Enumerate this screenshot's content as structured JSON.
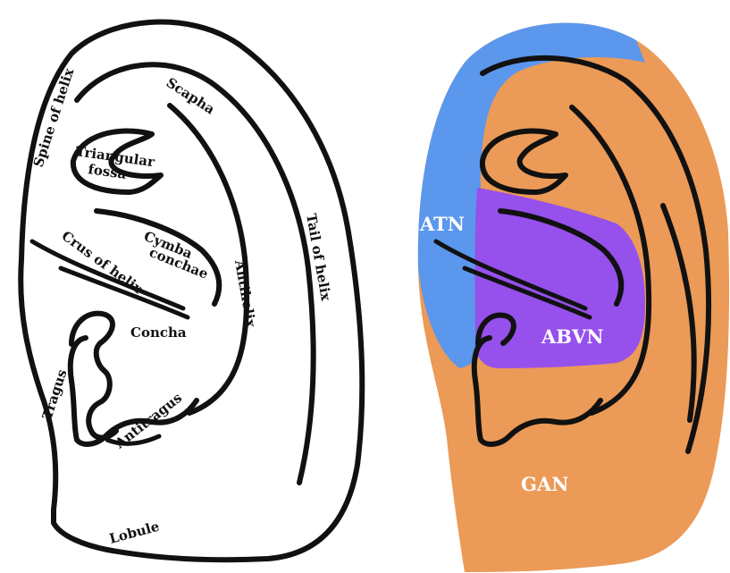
{
  "labels": {
    "spine_of_helix": "Spine of helix",
    "scapha": "Scapha",
    "triangular_fossa_line1": "Triangular",
    "triangular_fossa_line2": "fossa",
    "tail_of_helix": "Tail of helix",
    "cymba_conchae_line1": "Cymba",
    "cymba_conchae_line2": "conchae",
    "crus_of_helix": "Crus of helix",
    "antihelix": "Antihelix",
    "concha": "Concha",
    "tragus": "Tragus",
    "antitragus": "Antitragus",
    "lobule": "Lobule"
  },
  "zones": {
    "atn": "ATN",
    "abvn": "ABVN",
    "gan": "GAN"
  },
  "colors": {
    "atn": "#5b97ec",
    "abvn": "#9650ec",
    "gan": "#ec9a57"
  }
}
